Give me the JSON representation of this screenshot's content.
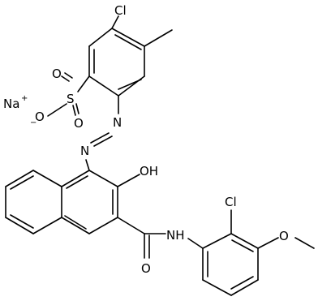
{
  "structure": {
    "labels": {
      "cl_top": "Cl",
      "na": "Na",
      "na_charge": "+",
      "o_minus": "O",
      "o_minus_charge": "−",
      "s": "S",
      "o_upper": "O",
      "o_lower": "O",
      "n1": "N",
      "n2": "N",
      "oh": "OH",
      "nh": "NH",
      "cl_right": "Cl",
      "o_methoxy": "O",
      "o_amide": "O"
    }
  }
}
